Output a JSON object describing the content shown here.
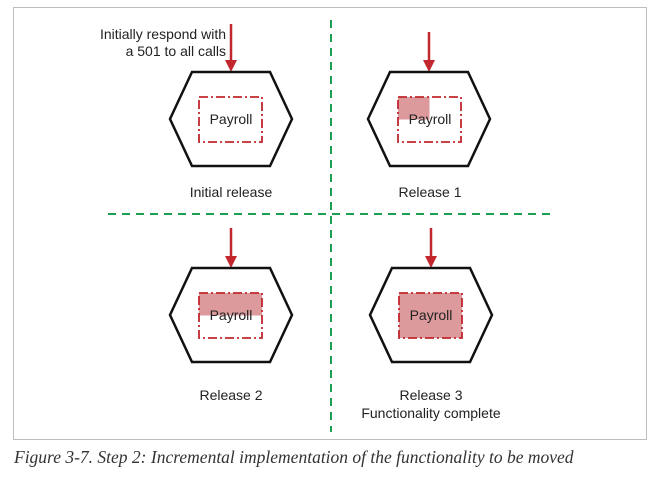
{
  "annotation": [
    "Initially respond with",
    "a 501 to all calls"
  ],
  "panels": [
    {
      "box_label": "Payroll",
      "caption": [
        "Initial release"
      ],
      "fill_level": 0
    },
    {
      "box_label": "Payroll",
      "caption": [
        "Release 1"
      ],
      "fill_level": 0.25
    },
    {
      "box_label": "Payroll",
      "caption": [
        "Release 2"
      ],
      "fill_level": 0.5
    },
    {
      "box_label": "Payroll",
      "caption": [
        "Release 3",
        "Functionality complete"
      ],
      "fill_level": 1
    }
  ],
  "figure_caption": "Figure 3-7. Step 2: Incremental implementation of the functionality to be moved",
  "colors": {
    "arrow": "#c1272d",
    "dashdot_box": "#c1272d",
    "fill": "#dc9a9c",
    "divider": "#1e9e52",
    "hexagon": "#111111"
  }
}
